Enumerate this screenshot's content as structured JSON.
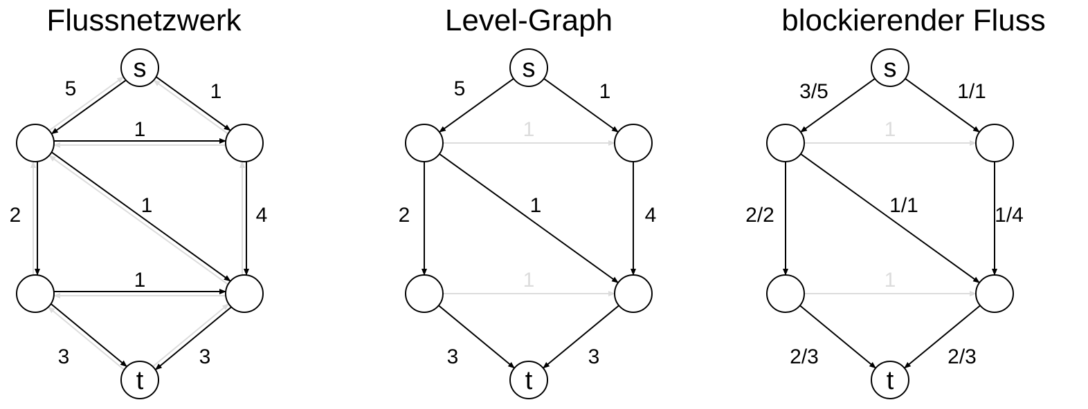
{
  "panels": [
    {
      "id": "flussnetzwerk",
      "title": "Flussnetzwerk",
      "node_labels": {
        "s": "s",
        "t": "t"
      },
      "edges": [
        {
          "id": "s-a",
          "label": "5",
          "style": "dark",
          "reverse": true
        },
        {
          "id": "s-b",
          "label": "1",
          "style": "dark",
          "reverse": true
        },
        {
          "id": "a-b",
          "label": "1",
          "style": "dark",
          "reverse": true
        },
        {
          "id": "a-c",
          "label": "2",
          "style": "dark",
          "reverse": true
        },
        {
          "id": "a-d",
          "label": "1",
          "style": "dark",
          "reverse": true
        },
        {
          "id": "b-d",
          "label": "4",
          "style": "dark",
          "reverse": true
        },
        {
          "id": "c-d",
          "label": "1",
          "style": "dark",
          "reverse": true
        },
        {
          "id": "c-t",
          "label": "3",
          "style": "dark",
          "reverse": true
        },
        {
          "id": "d-t",
          "label": "3",
          "style": "dark",
          "reverse": true
        }
      ]
    },
    {
      "id": "level-graph",
      "title": "Level-Graph",
      "node_labels": {
        "s": "s",
        "t": "t"
      },
      "edges": [
        {
          "id": "s-a",
          "label": "5",
          "style": "dark",
          "reverse": false
        },
        {
          "id": "s-b",
          "label": "1",
          "style": "dark",
          "reverse": false
        },
        {
          "id": "a-b",
          "label": "1",
          "style": "light",
          "reverse": false
        },
        {
          "id": "a-c",
          "label": "2",
          "style": "dark",
          "reverse": false
        },
        {
          "id": "a-d",
          "label": "1",
          "style": "dark",
          "reverse": false
        },
        {
          "id": "b-d",
          "label": "4",
          "style": "dark",
          "reverse": false
        },
        {
          "id": "c-d",
          "label": "1",
          "style": "light",
          "reverse": false
        },
        {
          "id": "c-t",
          "label": "3",
          "style": "dark",
          "reverse": false
        },
        {
          "id": "d-t",
          "label": "3",
          "style": "dark",
          "reverse": false
        }
      ]
    },
    {
      "id": "blockierender-fluss",
      "title": "blockierender Fluss",
      "node_labels": {
        "s": "s",
        "t": "t"
      },
      "edges": [
        {
          "id": "s-a",
          "label": "3/5",
          "style": "dark",
          "reverse": false
        },
        {
          "id": "s-b",
          "label": "1/1",
          "style": "dark",
          "reverse": false
        },
        {
          "id": "a-b",
          "label": "1",
          "style": "light",
          "reverse": false
        },
        {
          "id": "a-c",
          "label": "2/2",
          "style": "dark",
          "reverse": false
        },
        {
          "id": "a-d",
          "label": "1/1",
          "style": "dark",
          "reverse": false
        },
        {
          "id": "b-d",
          "label": "1/4",
          "style": "dark",
          "reverse": false
        },
        {
          "id": "c-d",
          "label": "1",
          "style": "light",
          "reverse": false
        },
        {
          "id": "c-t",
          "label": "2/3",
          "style": "dark",
          "reverse": false
        },
        {
          "id": "d-t",
          "label": "2/3",
          "style": "dark",
          "reverse": false
        }
      ]
    }
  ],
  "colors": {
    "dark": "#000000",
    "light": "#dcdcdc"
  }
}
